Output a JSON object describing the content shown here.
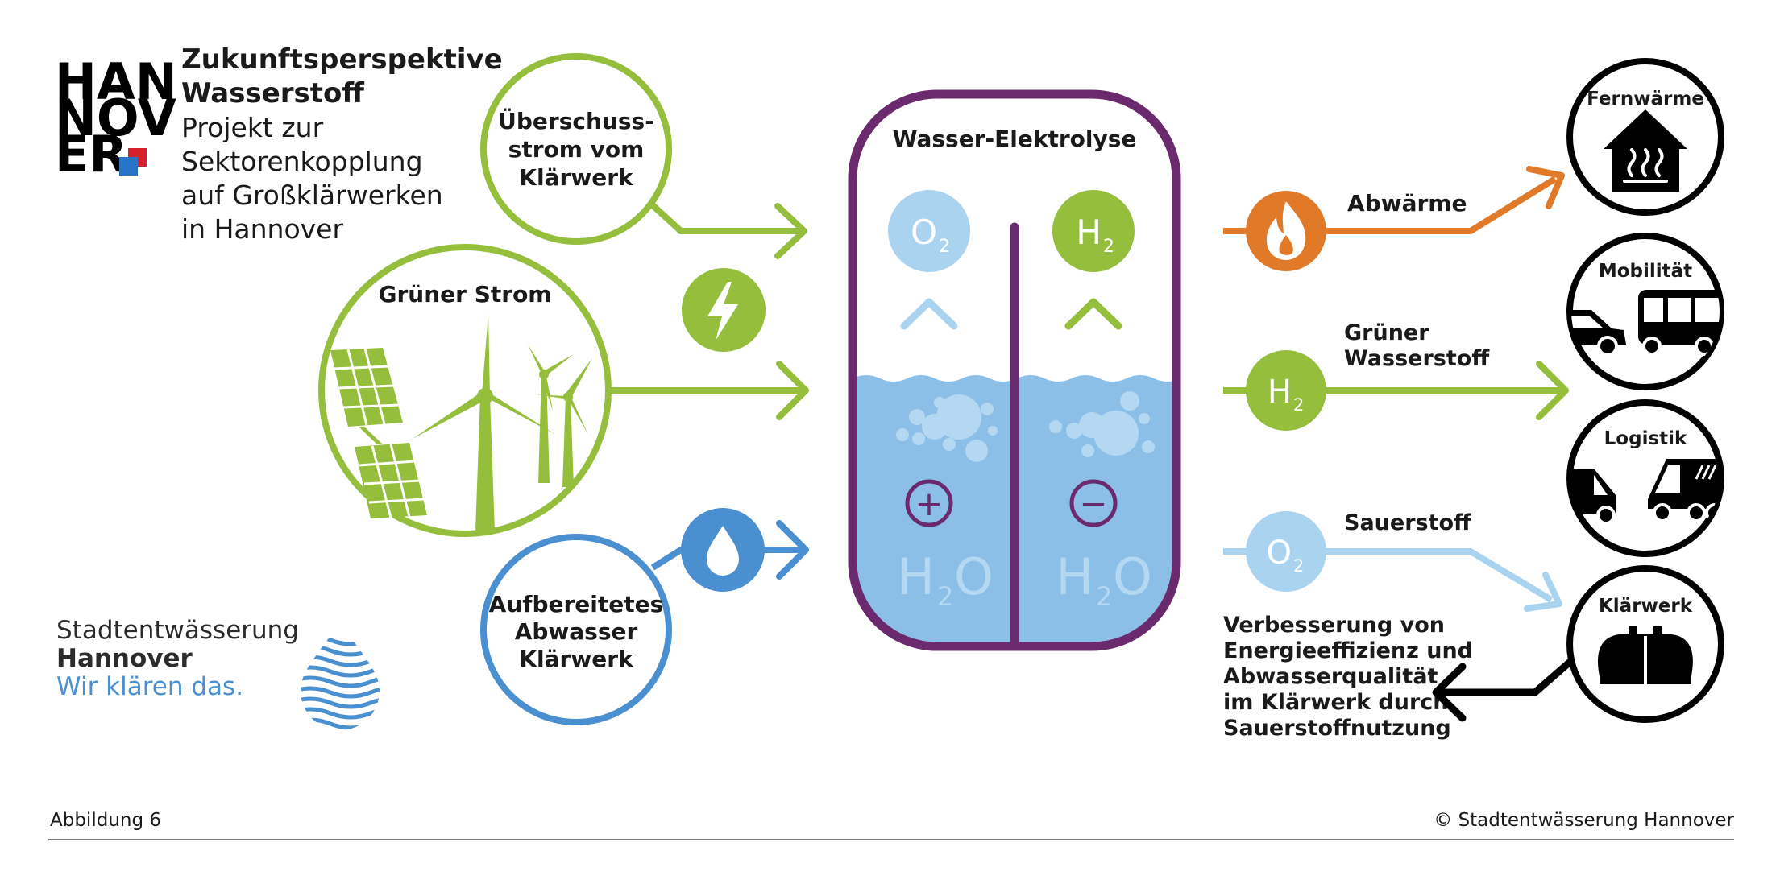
{
  "header": {
    "title_line1": "Zukunftsperspektive",
    "title_line2": "Wasserstoff",
    "subtitle_line1": "Projekt zur",
    "subtitle_line2": "Sektorenkopplung",
    "subtitle_line3": "auf Großklärwerken",
    "subtitle_line4": "in Hannover"
  },
  "hannover_logo": {
    "row1": "HAN",
    "row2": "NOV",
    "row3": "ER"
  },
  "stadt_logo": {
    "line1": "Stadtentwässerung",
    "line2": "Hannover",
    "line3": "Wir klären das."
  },
  "inputs": {
    "surplus_line1": "Überschuss-",
    "surplus_line2": "strom vom",
    "surplus_line3": "Klärwerk",
    "green_power": "Grüner Strom",
    "wastewater_line1": "Aufbereitetes",
    "wastewater_line2": "Abwasser",
    "wastewater_line3": "Klärwerk"
  },
  "electrolysis": {
    "title": "Wasser-Elektrolyse",
    "o2_main": "O",
    "o2_sub": "2",
    "h2_main": "H",
    "h2_sub": "2",
    "plus": "+",
    "minus": "−",
    "water_h": "H",
    "water_sub": "2",
    "water_o": "O"
  },
  "outputs": {
    "heat_label": "Abwärme",
    "hydrogen_line1": "Grüner",
    "hydrogen_line2": "Wasserstoff",
    "oxygen_label": "Sauerstoff",
    "note_line1": "Verbesserung von",
    "note_line2": "Energieeffizienz und",
    "note_line3": "Abwasserqualität",
    "note_line4": "im Klärwerk durch",
    "note_line5": "Sauerstoffnutzung"
  },
  "destinations": {
    "district_heating": "Fernwärme",
    "mobility": "Mobilität",
    "logistics": "Logistik",
    "treatment_plant": "Klärwerk"
  },
  "footer": {
    "figure_label": "Abbildung 6",
    "copyright": "© Stadtentwässerung Hannover"
  },
  "icons": [
    "lightning-icon",
    "water-drop-icon",
    "flame-icon",
    "house-heat-icon",
    "car-icon",
    "bus-icon",
    "truck-icon",
    "van-icon",
    "tank-icon",
    "solar-panel-icon",
    "wind-turbine-icon"
  ],
  "colors": {
    "green": "#95be3c",
    "purple": "#6b2a6e",
    "water_blue": "#8cbfe8",
    "light_blue": "#a9d3ef",
    "drop_blue": "#4a8fd0",
    "orange": "#e07a28",
    "black": "#000000"
  }
}
